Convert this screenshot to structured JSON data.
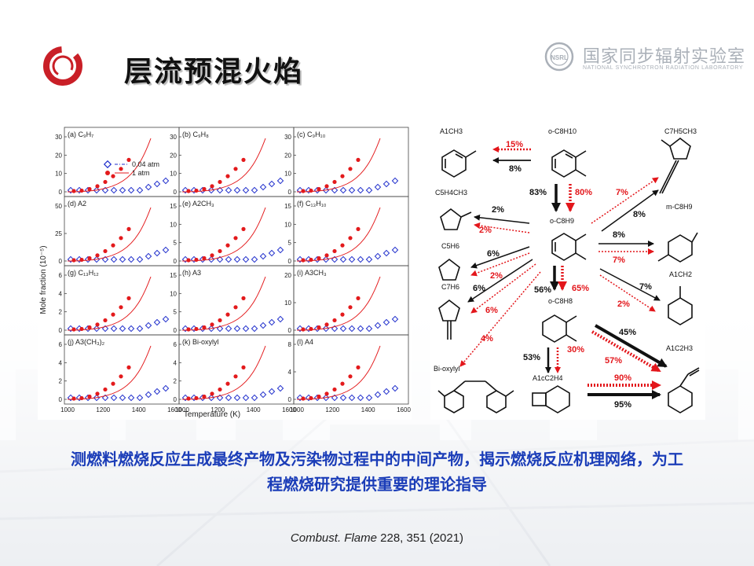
{
  "title": "层流预混火焰",
  "org": {
    "name": "国家同步辐射实验室",
    "english": "NATIONAL SYNCHROTRON RADIATION LABORATORY",
    "logo_text": "NSRL"
  },
  "caption": {
    "line1": "测燃料燃烧反应生成最终产物及污染物过程中的中间产物，揭示燃烧反应机理网络，为工",
    "line2": "程燃烧研究提供重要的理论指导"
  },
  "reference": {
    "journal": "Combust. Flame",
    "details": " 228, 351 (2021)"
  },
  "figure": {
    "y_axis_label": "Mole fraction (10⁻⁵)",
    "x_axis_label": "Temperature (K)",
    "x_ticks": [
      "1000",
      "1200",
      "1400",
      "1600"
    ],
    "legend": {
      "low": "0.04 atm",
      "high": "1 atm"
    },
    "colors": {
      "high": "#e31a1c",
      "low": "#1f2ecc"
    },
    "panels": [
      {
        "label": "(a) C₉H₇",
        "yticks": [
          "0",
          "10",
          "20",
          "30"
        ]
      },
      {
        "label": "(b) C₉H₈",
        "yticks": [
          "0",
          "10",
          "20",
          "30"
        ]
      },
      {
        "label": "(c) C₉H₁₀",
        "yticks": [
          "0",
          "10",
          "20",
          "30"
        ]
      },
      {
        "label": "(d) A2",
        "yticks": [
          "0",
          "25",
          "50"
        ]
      },
      {
        "label": "(e) A2CH₃",
        "yticks": [
          "0",
          "5",
          "10",
          "15"
        ]
      },
      {
        "label": "(f) C₁₃H₁₀",
        "yticks": [
          "0",
          "5",
          "10",
          "15"
        ]
      },
      {
        "label": "(g) C₁₃H₁₂",
        "yticks": [
          "0",
          "2",
          "4",
          "6"
        ]
      },
      {
        "label": "(h) A3",
        "yticks": [
          "0",
          "5",
          "10",
          "15"
        ]
      },
      {
        "label": "(i) A3CH₃",
        "yticks": [
          "0",
          "10",
          "20"
        ]
      },
      {
        "label": "(j) A3(CH₃)₂",
        "yticks": [
          "0",
          "2",
          "4",
          "6"
        ]
      },
      {
        "label": "(k) Bi-oxylyl",
        "yticks": [
          "0",
          "2",
          "4",
          "6"
        ]
      },
      {
        "label": "(l) A4",
        "yticks": [
          "0",
          "4",
          "8"
        ]
      }
    ]
  },
  "scheme": {
    "species": {
      "a1ch3": "A1CH3",
      "oc8h10": "o-C8H10",
      "c7h5ch3": "C7H5CH3",
      "c5h4ch3": "C5H4CH3",
      "oc8h9": "o-C8H9",
      "mc8h9": "m-C8H9",
      "c5h6": "C5H6",
      "a1ch2": "A1CH2",
      "c7h6": "C7H6",
      "oc8h8": "o-C8H8",
      "a1c2h3": "A1C2H3",
      "bioxylyl": "Bi-oxylyl",
      "a1cc2h4": "A1cC2H4"
    },
    "pct": {
      "p15": "15%",
      "p8a": "8%",
      "p83": "83%",
      "p80": "80%",
      "p7a": "7%",
      "p8b": "8%",
      "p2a": "2%",
      "p2b": "2%",
      "p8c": "8%",
      "p7b": "7%",
      "p6a": "6%",
      "p2c": "2%",
      "p7c": "7%",
      "p2d": "2%",
      "p6b": "6%",
      "p6c": "6%",
      "p56": "56%",
      "p65": "65%",
      "p4": "4%",
      "p45": "45%",
      "p57": "57%",
      "p53": "53%",
      "p30": "30%",
      "p90": "90%",
      "p95": "95%"
    }
  }
}
